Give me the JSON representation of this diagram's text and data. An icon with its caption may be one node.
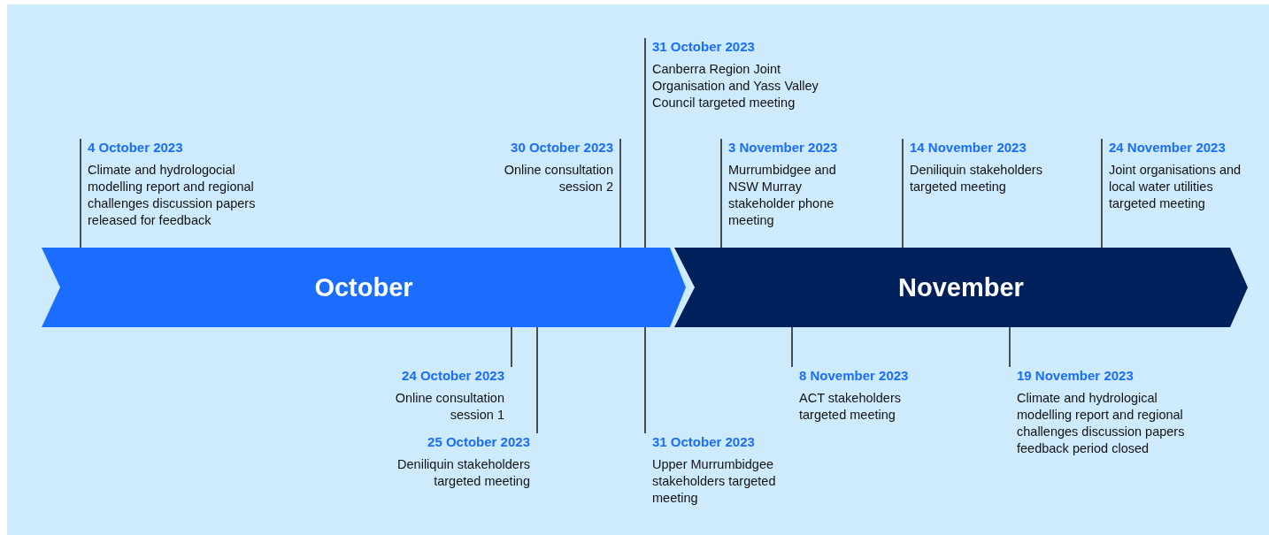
{
  "diagram": {
    "nodes": [
      {
        "text": [
          "October"
        ]
      },
      {
        "text": [
          "November"
        ]
      },
      {
        "text": [
          "4 October 2023",
          "Climate and hydrologocial modelling report and regional challenges discussion papers released for feedback"
        ]
      },
      {
        "text": [
          "30 October 2023",
          "Online consultation session 2"
        ]
      },
      {
        "text": [
          "31 October 2023",
          "Canberra Region Joint Organisation and Yass Valley Council targeted meeting"
        ]
      },
      {
        "text": [
          "3 November 2023",
          "Murrumbidgee and NSW Murray stakeholder phone meeting"
        ]
      },
      {
        "text": [
          "14 November 2023",
          "Deniliquin stakeholders targeted meeting"
        ]
      },
      {
        "text": [
          "24 November 2023",
          "Joint organisations and local water utilities targeted meeting"
        ]
      },
      {
        "text": [
          "24 October 2023",
          "Online consultation session 1"
        ]
      },
      {
        "text": [
          "25 October 2023",
          "Deniliquin stakeholders targeted meeting"
        ]
      },
      {
        "text": [
          "31 October 2023",
          "Upper Murrumbidgee stakeholders targeted meeting"
        ]
      },
      {
        "text": [
          "8 November 2023",
          "ACT stakeholders targeted meeting"
        ]
      },
      {
        "text": [
          "19 November 2023",
          "Climate and hydrological modelling report and regional challenges discussion papers feedback period closed"
        ]
      }
    ],
    "edges": [
      {
        "from": 2,
        "to": 0,
        "arrow": "none"
      },
      {
        "from": 3,
        "to": 0,
        "arrow": "none"
      },
      {
        "from": 4,
        "to": 0,
        "arrow": "none"
      },
      {
        "from": 5,
        "to": 1,
        "arrow": "none"
      },
      {
        "from": 6,
        "to": 1,
        "arrow": "none"
      },
      {
        "from": 7,
        "to": 1,
        "arrow": "none"
      },
      {
        "from": 8,
        "to": 0,
        "arrow": "none"
      },
      {
        "from": 9,
        "to": 0,
        "arrow": "none"
      },
      {
        "from": 10,
        "to": 0,
        "arrow": "none"
      },
      {
        "from": 11,
        "to": 1,
        "arrow": "none"
      },
      {
        "from": 12,
        "to": 1,
        "arrow": "none"
      }
    ]
  }
}
